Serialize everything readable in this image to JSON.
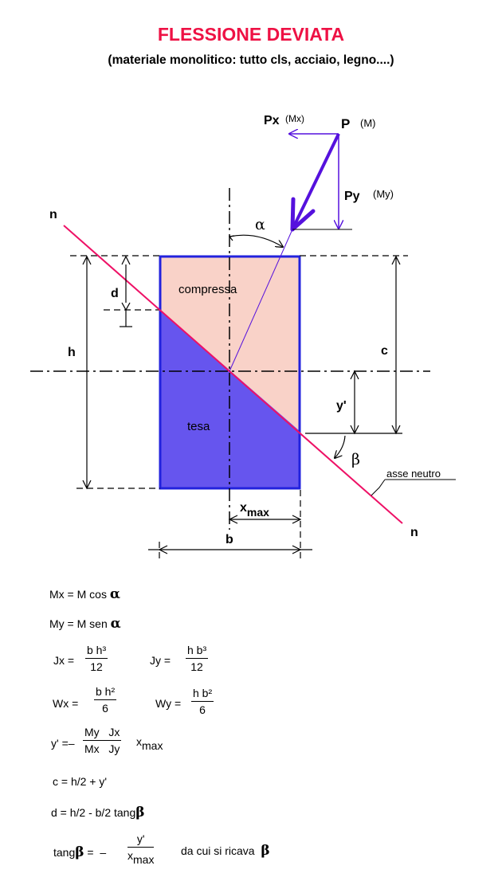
{
  "title": "FLESSIONE DEVIATA",
  "subtitle": "(materiale monolitico: tutto cls, acciaio, legno....)",
  "diagram": {
    "load_label": "P",
    "load_moment": "(M)",
    "px_label": "Px",
    "px_moment": "(Mx)",
    "py_label": "Py",
    "py_moment": "(My)",
    "alpha": "α",
    "beta": "β",
    "n_top": "n",
    "n_bottom": "n",
    "d": "d",
    "h": "h",
    "c": "c",
    "y_prime": "y'",
    "compressed": "compressa",
    "tension": "tesa",
    "neutral_axis": "asse neutro",
    "x": "x",
    "x_sub": "max",
    "b": "b",
    "colors": {
      "title": "#ee1144",
      "section_outline": "#2222dd",
      "compressed_fill": "#f9d2c8",
      "tension_fill": "#6655ee",
      "neutral_axis": "#ee1166",
      "load_arrows": "#5511dd"
    }
  },
  "formulas": {
    "mx": "Mx = M cos",
    "mx_greek": "α",
    "my": "My = M sen",
    "my_greek": "α",
    "jx_lhs": "Jx =",
    "jx_num": "b h³",
    "jx_den": "12",
    "jy_lhs": "Jy =",
    "jy_num": "h b³",
    "jy_den": "12",
    "wx_lhs": "Wx =",
    "wx_num": "b h²",
    "wx_den": "6",
    "wy_lhs": "Wy =",
    "wy_num": "h b²",
    "wy_den": "6",
    "yp_lhs": "y' =–",
    "yp_num": "My   Jx",
    "yp_den": "Mx   Jy",
    "yp_x": "x",
    "yp_sub": "max",
    "c_eq": "c = h/2 + y'",
    "d_eq": "d = h/2 - b/2 tang",
    "d_greek": "β",
    "tang_lhs": "tang",
    "tang_greek": "β",
    "tang_eq": " =  –",
    "tang_num": "y'",
    "tang_den_x": "x",
    "tang_den_sub": "max",
    "tang_tail": "da cui si ricava",
    "tang_tail_greek": "β"
  }
}
